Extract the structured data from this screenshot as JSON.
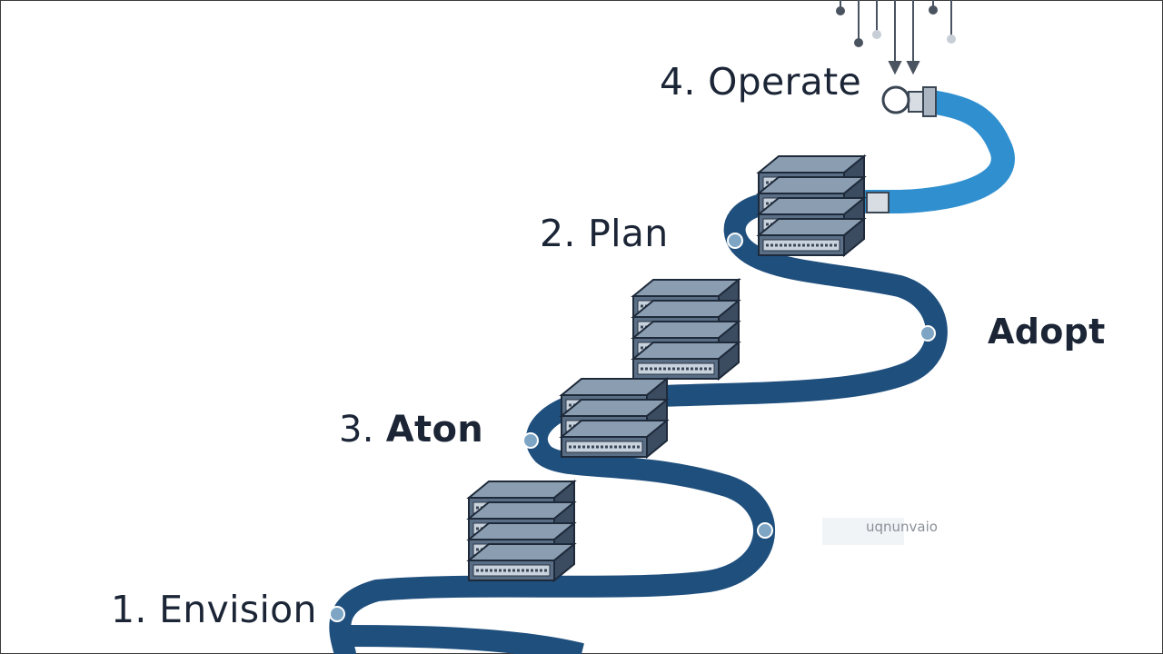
{
  "diagram": {
    "stages": {
      "operate": {
        "number": "4.",
        "name": "Operate"
      },
      "plan": {
        "number": "2.",
        "name": "Plan"
      },
      "aton": {
        "number": "3.",
        "name": "Aton"
      },
      "envision": {
        "number": "1.",
        "name": "Envision"
      }
    },
    "side_label": "Adopt",
    "faint_label": "uqnunvaio"
  },
  "colors": {
    "cable_dark": "#1f4f7d",
    "cable_light": "#2f8fcf",
    "text": "#1b2536",
    "server_front": "#5a6f86",
    "server_side": "#3b4c61",
    "server_top": "#8a9db1"
  },
  "icons": [
    "server-stack-icon",
    "cable-connector-icon",
    "antenna-lines-icon"
  ]
}
